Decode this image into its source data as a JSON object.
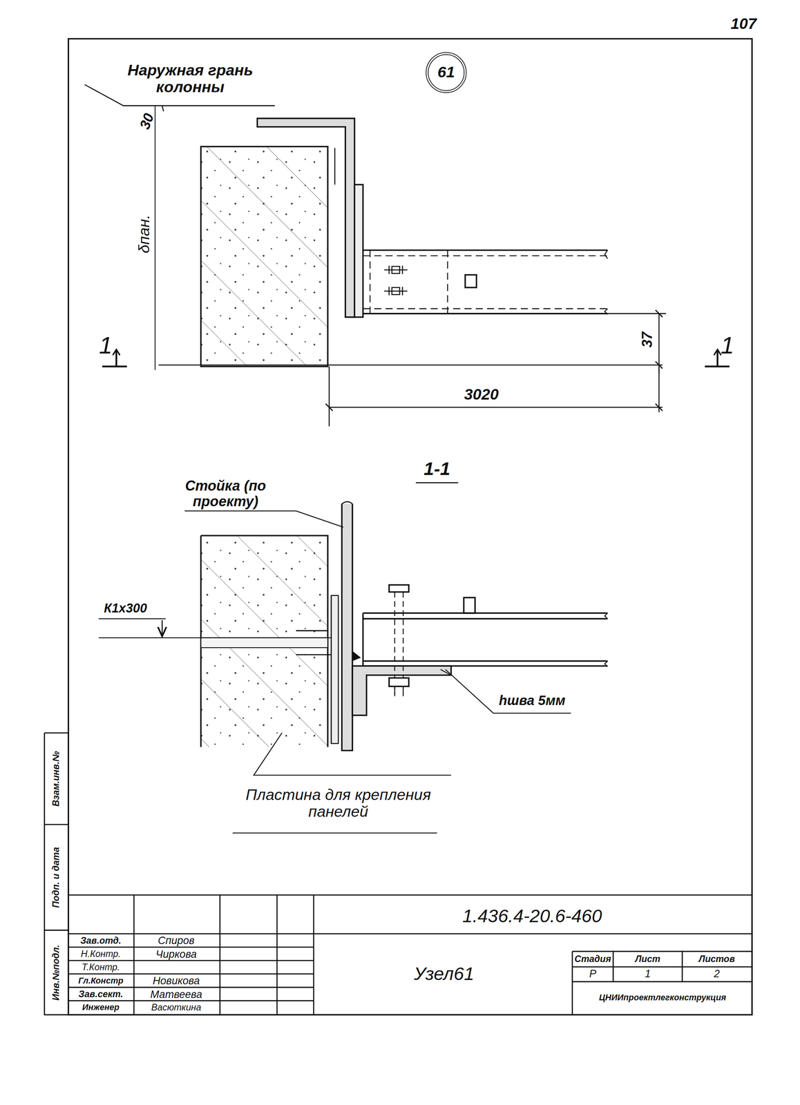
{
  "diagram": {
    "nodes": [
      {
        "text": [
          "61"
        ]
      }
    ],
    "labels": [
      "107",
      "Наружная грань колонны",
      "30",
      "δпан.",
      "37",
      "3020",
      "1",
      "1",
      "1-1",
      "Стойка (по проекту)",
      "К1х300",
      "hшва 5мм",
      "Пластина для крепления панелей",
      "Взам.инв.№",
      "Подп. и дата",
      "Инв.№подл.",
      "1.436.4-20.6-460",
      "Зав.отд.",
      "Спиров",
      "Н.Контр.",
      "Чиркова",
      "Т.Контр.",
      "Гл.Констр",
      "Новикова",
      "Зав.сект.",
      "Матвеева",
      "Инженер",
      "Васюткина",
      "Узел61",
      "Стадия",
      "Лист",
      "Листов",
      "Р",
      "1",
      "2",
      "ЦНИИпроектлегконструкция"
    ]
  }
}
